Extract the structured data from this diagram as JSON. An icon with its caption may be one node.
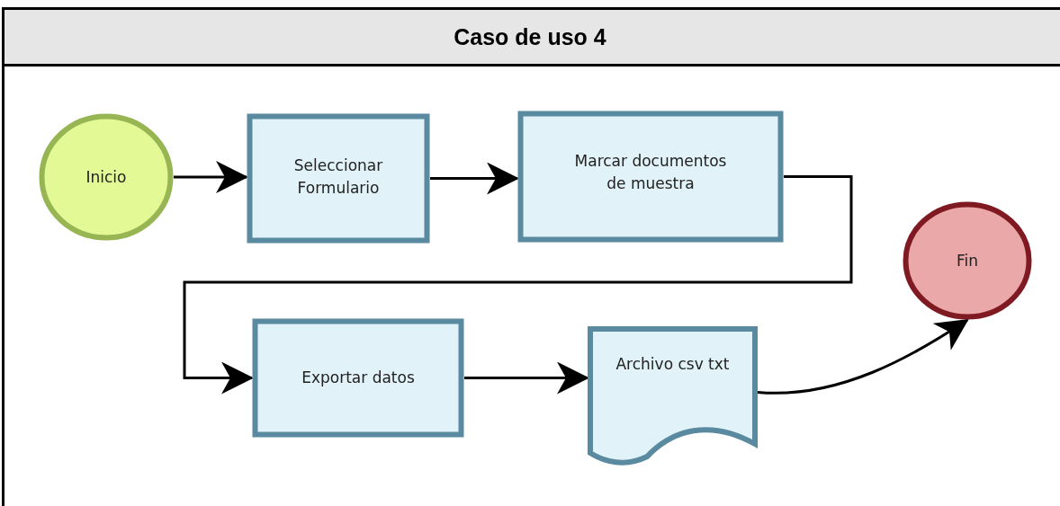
{
  "diagram": {
    "title": "Caso de uso 4",
    "nodes": [
      {
        "text": [
          "Inicio"
        ]
      },
      {
        "text": [
          "Seleccionar Formulario"
        ]
      },
      {
        "text": [
          "Marcar documentos de muestra"
        ]
      },
      {
        "text": [
          "Fin"
        ]
      },
      {
        "text": [
          "Exportar datos"
        ]
      },
      {
        "text": [
          "Archivo csv txt"
        ]
      }
    ],
    "edges": [
      {
        "from": 0,
        "to": 1,
        "arrow": "to"
      },
      {
        "from": 1,
        "to": 2,
        "arrow": "to"
      },
      {
        "from": 2,
        "to": 4,
        "arrow": "to"
      },
      {
        "from": 4,
        "to": 5,
        "arrow": "to"
      },
      {
        "from": 5,
        "to": 3,
        "arrow": "to"
      }
    ]
  }
}
